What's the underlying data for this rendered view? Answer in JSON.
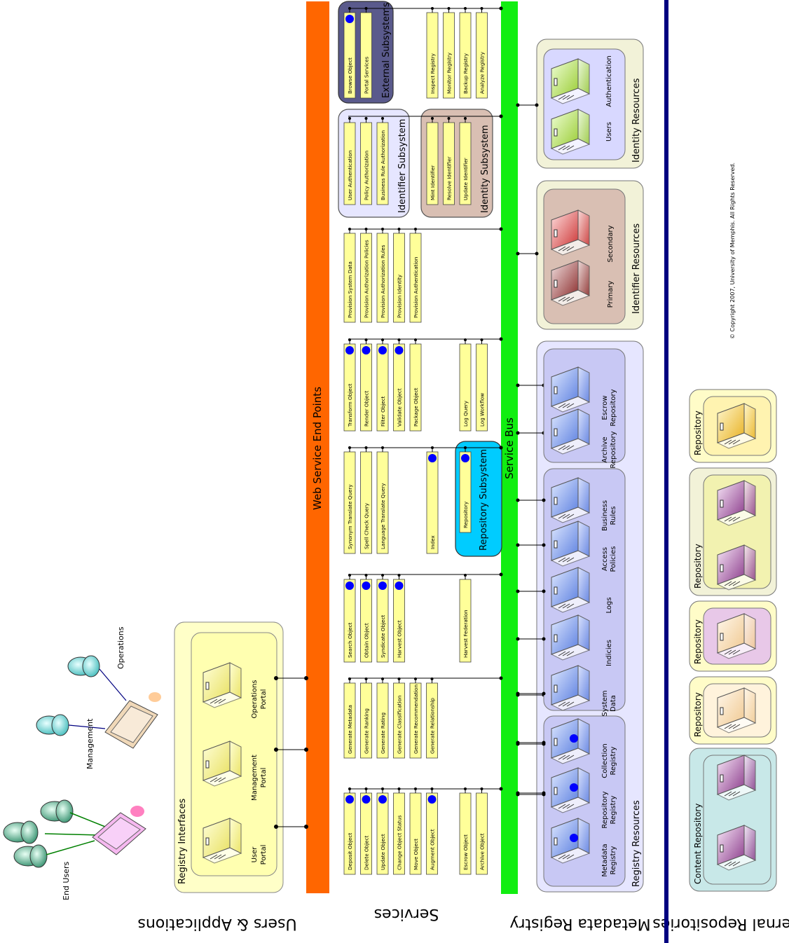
{
  "copyright": "© Copyright 2007, University of Memphis. All Rights Reserved.",
  "layers": {
    "users_apps": "Users & Applications",
    "services": "Services",
    "metadata_registry": "Metadata Registry",
    "external_repositories": "External Repositories"
  },
  "bars": {
    "web_service": "Web Service End Points",
    "service_bus": "Service Bus"
  },
  "users": {
    "end_users": "End Users",
    "management": "Management",
    "operations": "Operations"
  },
  "registry_interfaces": {
    "title": "Registry Interfaces",
    "portals": [
      "User Portal",
      "Management Portal",
      "Operations Portal"
    ]
  },
  "services": {
    "group1": [
      "Deposit Object",
      "Delete Object",
      "Update Object",
      "Change Object Status",
      "Move Object",
      "Augment Object"
    ],
    "group1b": [
      "Escrow Object",
      "Archive Object"
    ],
    "group2": [
      "Generate Metadata",
      "Generate Ranking",
      "Generate Rating",
      "Generate Classification",
      "Generate Recommendation",
      "Generate Relationship"
    ],
    "group3": [
      "Search Object",
      "Obtain Object",
      "Syndicate Object",
      "Harvest Object"
    ],
    "group3b": [
      "Harvest Federation"
    ],
    "group4": [
      "Synonym Translate Query",
      "Spell Check Query",
      "Language Translate Query"
    ],
    "group4b": [
      "Index"
    ],
    "group5": [
      "Transform Object",
      "Render Object",
      "Filter Object",
      "Validate Object",
      "Package Object"
    ],
    "group5b": [
      "Log Query",
      "Log Workflow"
    ],
    "group6": [
      "Provision System Data",
      "Provision Authorization Policies",
      "Provision Authorization Rules",
      "Provision Identity",
      "Provision Authentication"
    ],
    "group7": [
      "User Authentication",
      "Policy Authorization",
      "Business Rule Authorization"
    ],
    "group8": [
      "Mint Identifier",
      "Resolve Identifier",
      "Update Identifier"
    ],
    "group9": [
      "Browse Object",
      "Portal Services"
    ],
    "group10": [
      "Inspect Registry",
      "Monitor Registry",
      "Backup Registry",
      "Analyze Registry"
    ]
  },
  "subsystems": {
    "repository": "Repository Subsystem",
    "repository_item": "Repository",
    "identifier": "Identifier Subsystem",
    "identity": "Identity Subsystem",
    "external": "External Subsystems"
  },
  "resources": {
    "registry_resources": "Registry Resources",
    "identifier_resources": "Identifier Resources",
    "identity_resources": "Identity Resources",
    "registries": [
      "Metadata Registry",
      "Repository Registry",
      "Collection Registry"
    ],
    "data": [
      "System Data",
      "Indicies",
      "Logs",
      "Access Policies",
      "Business Rules"
    ],
    "repos": [
      "Archive Repository",
      "Escrow Repository"
    ],
    "identifiers": [
      "Primary",
      "Secondary"
    ],
    "identity": [
      "Users",
      "Authentication"
    ]
  },
  "external": {
    "content_repository": "Content Repository",
    "repository": "Repository"
  },
  "colors": {
    "orange": "#ff6600",
    "green": "#11ee11",
    "navy": "#000080",
    "service_yellow": "#ffff99",
    "dot_blue": "#0000ff",
    "lavender": "#e6e6ff",
    "ext_purple": "#5a5a8c",
    "identity_tan": "#d9bfb3",
    "repo_cyan": "#00ccff"
  }
}
